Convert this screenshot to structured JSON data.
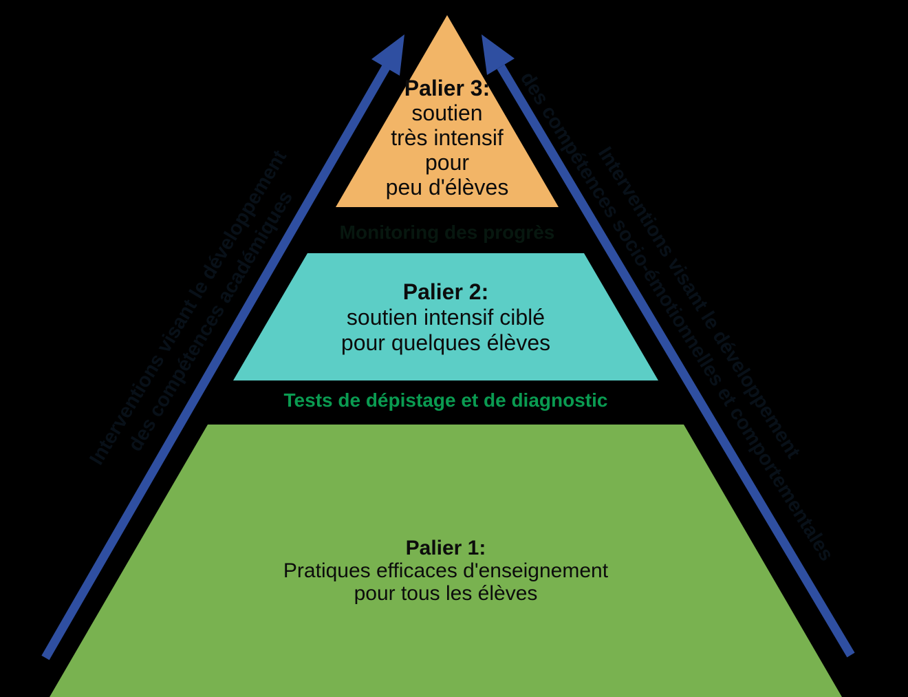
{
  "background_color": "#000000",
  "pyramid": {
    "tier3": {
      "title": "Palier 3:",
      "lines": [
        "soutien",
        "très intensif",
        "pour",
        "peu d'élèves"
      ],
      "color": "#F2B567",
      "text_color": "#0c0c0c"
    },
    "tier2": {
      "title": "Palier 2:",
      "lines": [
        "soutien intensif ciblé",
        "pour quelques élèves"
      ],
      "color": "#5CCEC6",
      "text_color": "#0c0c0c"
    },
    "tier1": {
      "title": "Palier 1:",
      "lines": [
        "Pratiques efficaces d'enseignement",
        "pour tous les élèves"
      ],
      "color": "#79B250",
      "text_color": "#0c0c0c"
    }
  },
  "between_labels": {
    "monitoring": {
      "text": "Monitoring des progrès",
      "color": "#07170f"
    },
    "screening": {
      "text": "Tests de dépistage et de diagnostic",
      "color": "#0A9B51"
    }
  },
  "arrows": {
    "color": "#2F4FA1",
    "label_color": "#081018",
    "left_label_line1": "Interventions visant le développement",
    "left_label_line2": "des compétences académiques",
    "right_label_line1": "Interventions visant le développement",
    "right_label_line2": "des compétences socio-émotionnelles et comportementales"
  }
}
